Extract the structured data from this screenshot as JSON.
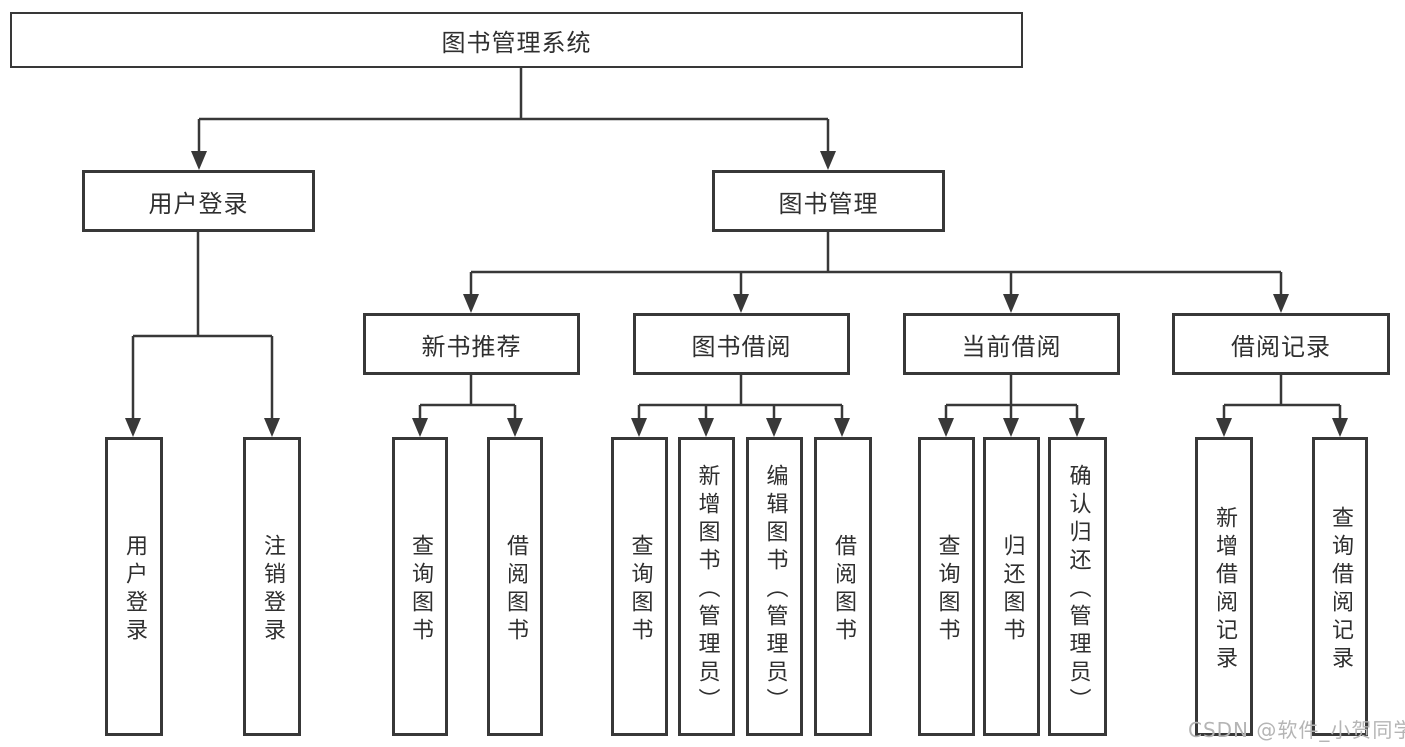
{
  "diagram": {
    "type": "tree",
    "root": {
      "label": "图书管理系统",
      "children": [
        {
          "label": "用户登录",
          "children": [
            {
              "label": "用户登录"
            },
            {
              "label": "注销登录"
            }
          ]
        },
        {
          "label": "图书管理",
          "children": [
            {
              "label": "新书推荐",
              "children": [
                {
                  "label": "查询图书"
                },
                {
                  "label": "借阅图书"
                }
              ]
            },
            {
              "label": "图书借阅",
              "children": [
                {
                  "label": "查询图书"
                },
                {
                  "label": "新增图书（管理员）"
                },
                {
                  "label": "编辑图书（管理员）"
                },
                {
                  "label": "借阅图书"
                }
              ]
            },
            {
              "label": "当前借阅",
              "children": [
                {
                  "label": "查询图书"
                },
                {
                  "label": "归还图书"
                },
                {
                  "label": "确认归还（管理员）"
                }
              ]
            },
            {
              "label": "借阅记录",
              "children": [
                {
                  "label": "新增借阅记录"
                },
                {
                  "label": "查询借阅记录"
                }
              ]
            }
          ]
        }
      ]
    }
  },
  "watermark": {
    "text": "CSDN @软件_小贺同学"
  },
  "colors": {
    "line": "#383838",
    "text": "#2f2f2f",
    "box_background": "#ffffff",
    "page_background": "#ffffff",
    "watermark": "#b5b5b5"
  }
}
